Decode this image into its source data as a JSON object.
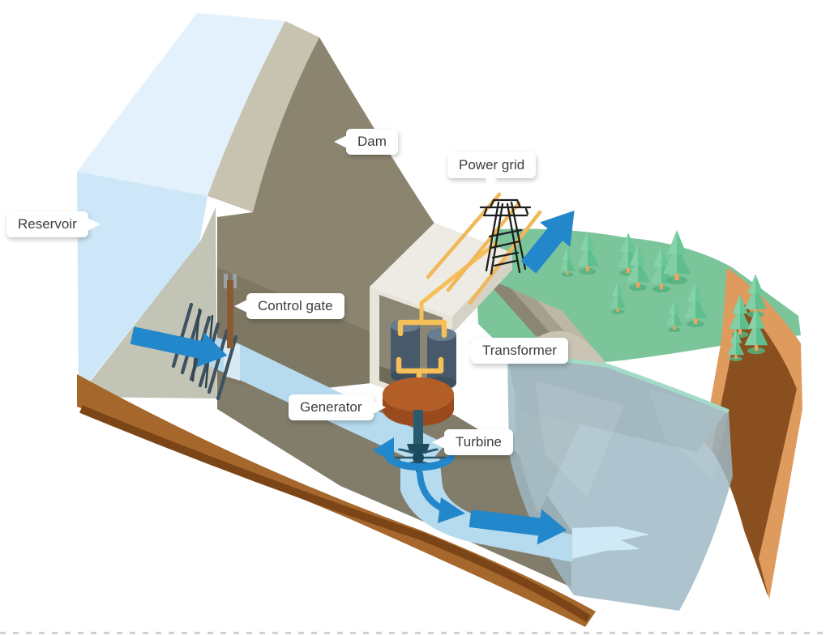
{
  "labels": [
    {
      "id": "reservoir",
      "text": "Reservoir"
    },
    {
      "id": "dam",
      "text": "Dam"
    },
    {
      "id": "power-grid",
      "text": "Power grid"
    },
    {
      "id": "control-gate",
      "text": "Control gate"
    },
    {
      "id": "transformer",
      "text": "Transformer"
    },
    {
      "id": "generator",
      "text": "Generator"
    },
    {
      "id": "turbine",
      "text": "Turbine"
    }
  ],
  "palette": {
    "reservoir_top": "#e2f1fb",
    "reservoir_front": "#cde7f8",
    "penstock_water": "#b6dbee",
    "downstream_water": "#9db8c4",
    "waterline_teal": "#a3dbc8",
    "flow_arrow_blue": "#2387cc",
    "dam_crest_light": "#c8c3b1",
    "dam_face_olive": "#8b8570",
    "dam_front_dark": "#6f6a58",
    "slope_gray": "#c2c4b6",
    "grass_green": "#7cc59b",
    "tree_green": "#5fbe8d",
    "tree_trunk": "#eda55f",
    "earth_brown": "#a5672b",
    "earth_dark": "#7c4517",
    "earth_orange": "#df9a5e",
    "building_white": "#edebe3",
    "interior_olive": "#8b8673",
    "transformer_slate": "#47596a",
    "cable_yellow": "#f6bf58",
    "generator_orange": "#b45e27",
    "turbine_teal": "#27566b",
    "label_bg": "#ffffff",
    "label_text": "#3d3d3d"
  }
}
